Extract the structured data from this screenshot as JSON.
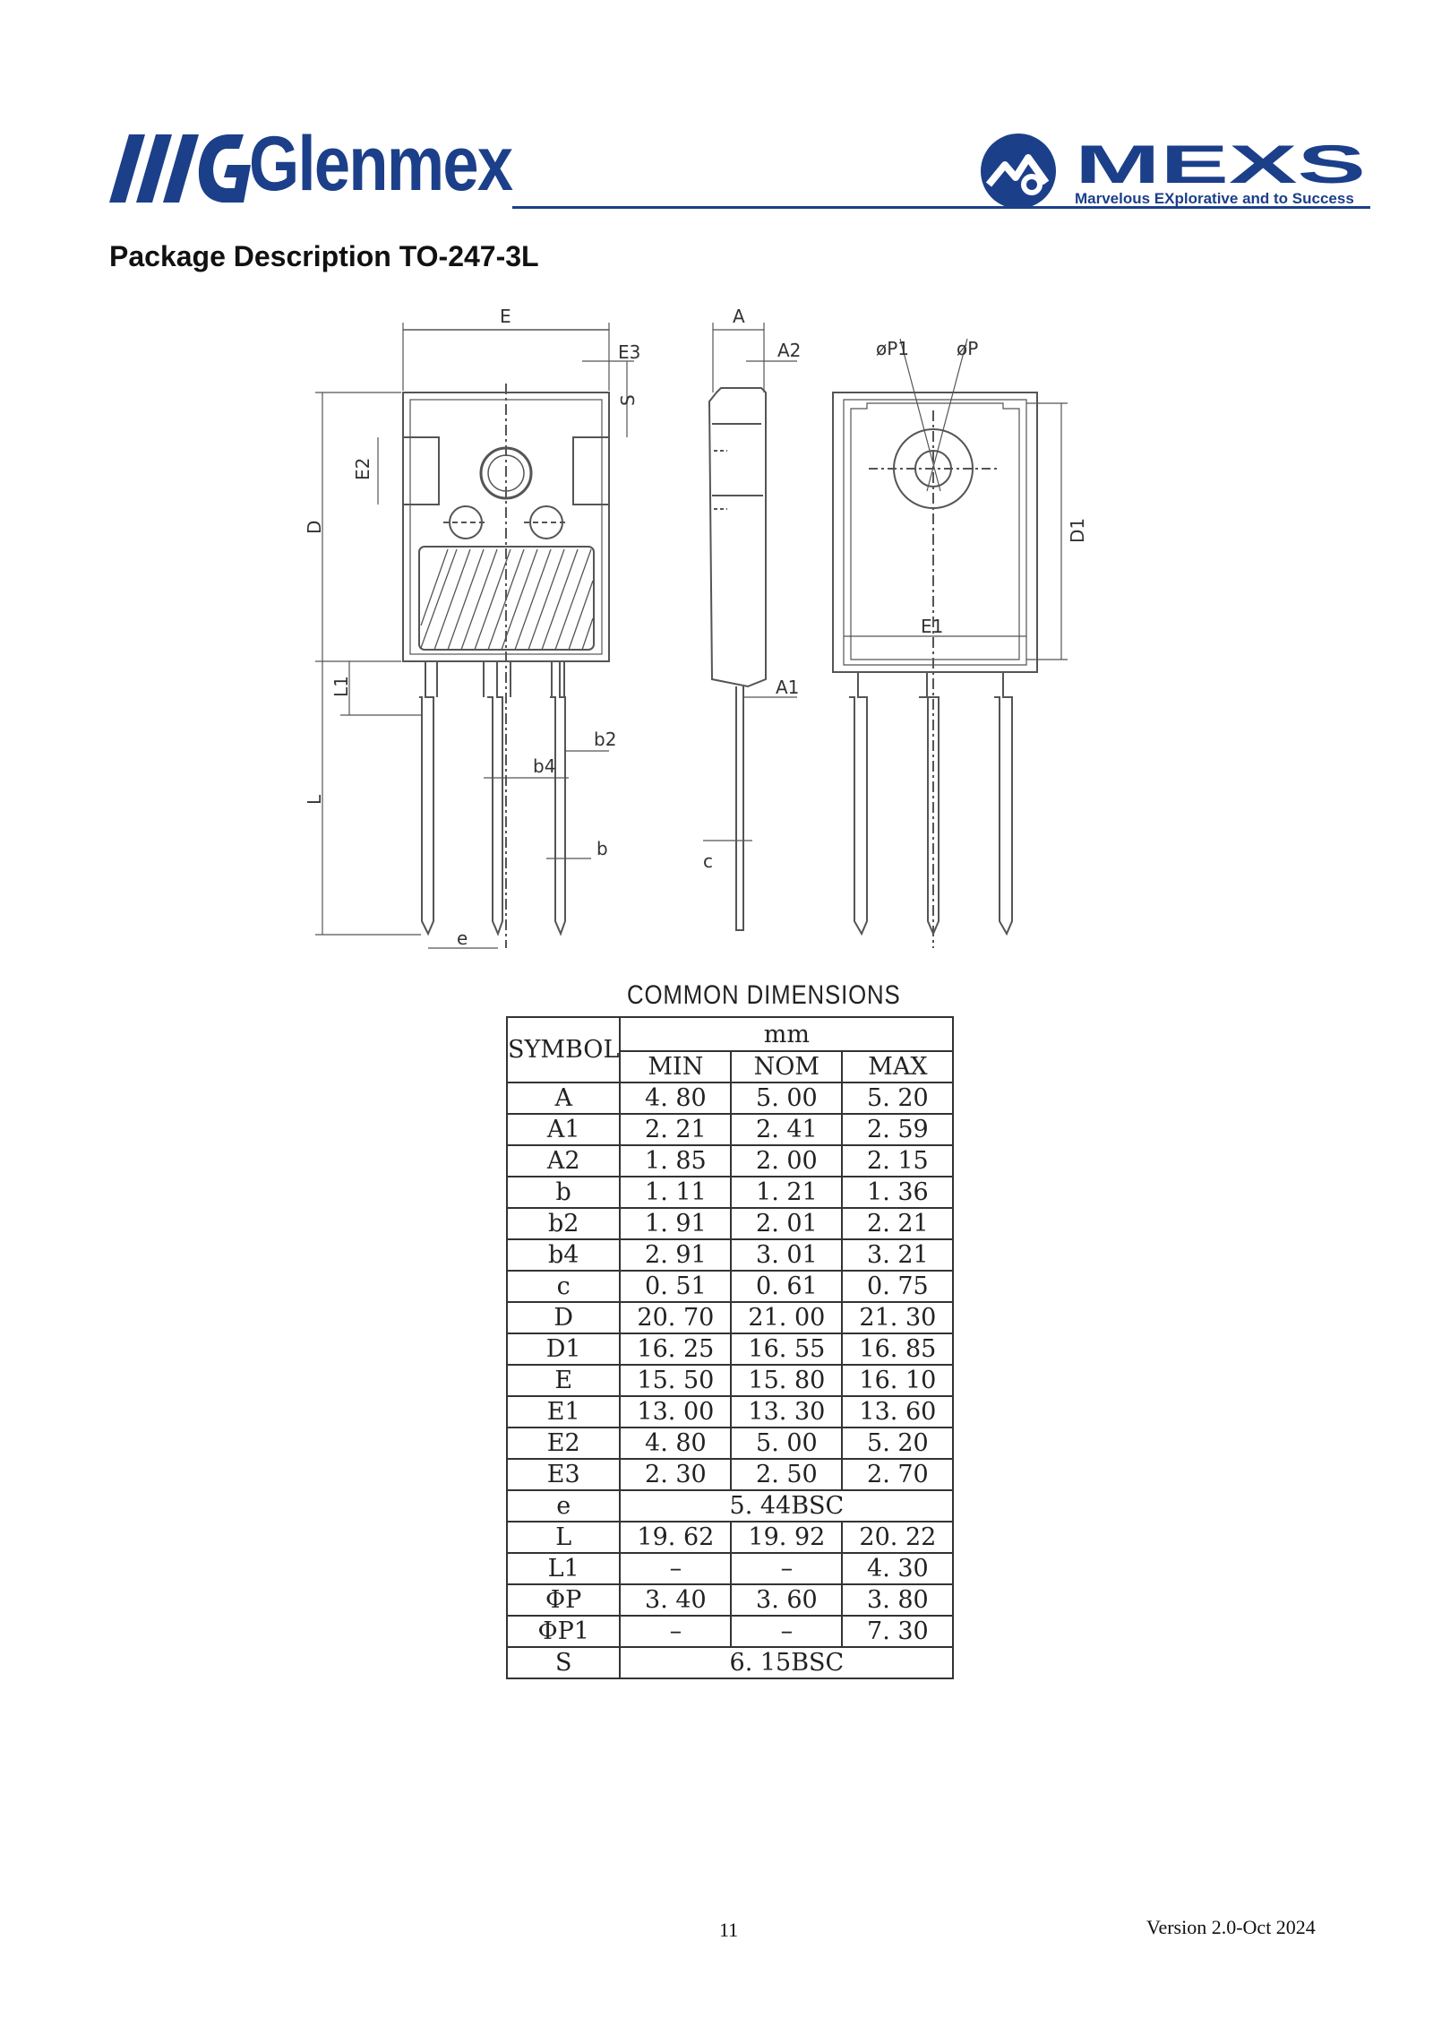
{
  "header": {
    "brand_left": "Glenmex",
    "brand_right": "MEXS",
    "tagline": "Marvelous EXplorative and to Success",
    "colors": {
      "brand_blue": "#1c3f8a",
      "text": "#111111"
    },
    "icons": [
      "glenmex-logo-icon",
      "mexs-logo-icon"
    ]
  },
  "page_title": "Package Description TO-247-3L",
  "drawing": {
    "labels": {
      "E": "E",
      "E3": "E3",
      "S": "S",
      "E2": "E2",
      "D": "D",
      "L1": "L1",
      "L": "L",
      "b4": "b4",
      "b2": "b2",
      "b": "b",
      "e": "e",
      "A": "A",
      "A2": "A2",
      "A1": "A1",
      "c": "c",
      "phiP1": "øP1",
      "phiP": "øP",
      "D1": "D1",
      "E1": "E1"
    }
  },
  "dims": {
    "title": "COMMON DIMENSIONS",
    "header": {
      "symbol": "SYMBOL",
      "unit": "mm",
      "min": "MIN",
      "nom": "NOM",
      "max": "MAX"
    },
    "rows": [
      {
        "symbol": "A",
        "min": "4. 80",
        "nom": "5. 00",
        "max": "5. 20"
      },
      {
        "symbol": "A1",
        "min": "2. 21",
        "nom": "2. 41",
        "max": "2. 59"
      },
      {
        "symbol": "A2",
        "min": "1. 85",
        "nom": "2. 00",
        "max": "2. 15"
      },
      {
        "symbol": "b",
        "min": "1. 11",
        "nom": "1. 21",
        "max": "1. 36"
      },
      {
        "symbol": "b2",
        "min": "1. 91",
        "nom": "2. 01",
        "max": "2. 21"
      },
      {
        "symbol": "b4",
        "min": "2. 91",
        "nom": "3. 01",
        "max": "3. 21"
      },
      {
        "symbol": "c",
        "min": "0. 51",
        "nom": "0. 61",
        "max": "0. 75"
      },
      {
        "symbol": "D",
        "min": "20. 70",
        "nom": "21. 00",
        "max": "21. 30"
      },
      {
        "symbol": "D1",
        "min": "16. 25",
        "nom": "16. 55",
        "max": "16. 85"
      },
      {
        "symbol": "E",
        "min": "15. 50",
        "nom": "15. 80",
        "max": "16. 10"
      },
      {
        "symbol": "E1",
        "min": "13. 00",
        "nom": "13. 30",
        "max": "13. 60"
      },
      {
        "symbol": "E2",
        "min": "4. 80",
        "nom": "5. 00",
        "max": "5. 20"
      },
      {
        "symbol": "E3",
        "min": "2. 30",
        "nom": "2. 50",
        "max": "2. 70"
      },
      {
        "symbol": "e",
        "merged": "5. 44BSC"
      },
      {
        "symbol": "L",
        "min": "19. 62",
        "nom": "19. 92",
        "max": "20. 22"
      },
      {
        "symbol": "L1",
        "min": "–",
        "nom": "–",
        "max": "4. 30"
      },
      {
        "symbol": "ΦP",
        "min": "3. 40",
        "nom": "3. 60",
        "max": "3. 80"
      },
      {
        "symbol": "ΦP1",
        "min": "–",
        "nom": "–",
        "max": "7. 30"
      },
      {
        "symbol": "S",
        "merged": "6. 15BSC"
      }
    ]
  },
  "footer": {
    "page_number": "11",
    "version": "Version 2.0-Oct 2024"
  }
}
